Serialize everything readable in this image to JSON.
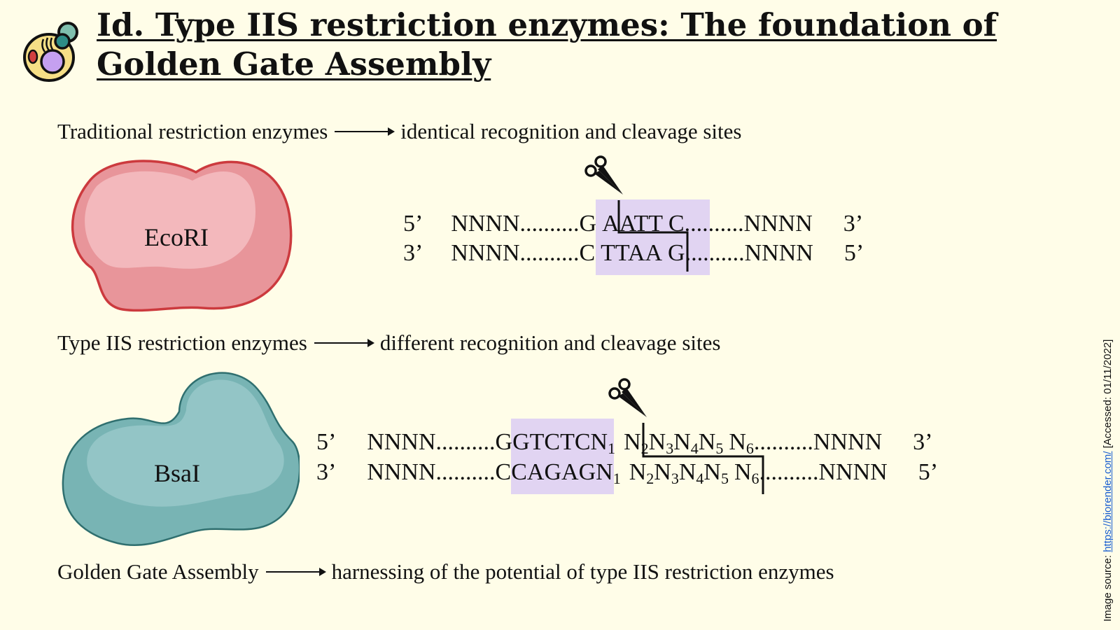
{
  "title": "Id. Type IIS restriction enzymes: The foundation of Golden Gate Assembly",
  "rows": {
    "traditional": {
      "left": "Traditional restriction enzymes",
      "right": "identical recognition and cleavage sites"
    },
    "typeiis": {
      "left": "Type IIS restriction enzymes",
      "right": "different recognition and cleavage sites"
    },
    "golden": {
      "left": "Golden Gate Assembly",
      "right": "harnessing of the potential of type IIS restriction enzymes"
    }
  },
  "ecori": {
    "name": "EcoRI",
    "top_end5": "5’",
    "top_end3": "3’",
    "bot_end3": "3’",
    "bot_end5": "5’",
    "flank": "NNNN",
    "dots": "..........",
    "top_site": [
      "G",
      "AATT",
      "C"
    ],
    "bot_site": [
      "C",
      "TTAA",
      "G"
    ]
  },
  "bsai": {
    "name": "BsaI",
    "top_end5": "5’",
    "top_end3": "3’",
    "bot_end3": "3’",
    "bot_end5": "5’",
    "flank": "NNNN",
    "dots": "..........",
    "top_recog": "GGTCTC",
    "bot_recog": "CCAGAG",
    "n": "N",
    "subs": [
      "1",
      "2",
      "3",
      "4",
      "5",
      "6"
    ]
  },
  "source": {
    "prefix": "Image source: ",
    "link": "https://biorender.com/",
    "suffix": " [Accessed: 01/11/2022]"
  },
  "colors": {
    "background": "#fffde8",
    "highlight": "#e1d4f2",
    "ecori": "#e8959a",
    "bsai": "#78b4b4"
  },
  "icons": [
    "cell-icon",
    "scissors-icon"
  ]
}
